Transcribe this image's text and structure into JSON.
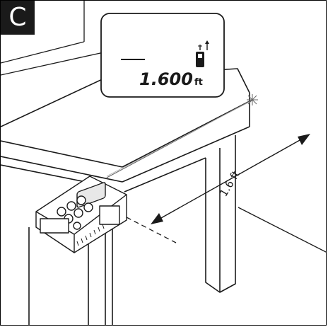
{
  "figure": {
    "panel_label": "C",
    "display": {
      "reading": "1.600",
      "unit": "ft"
    },
    "dimension_label": "1.6 ft",
    "colors": {
      "line": "#1a1a1a",
      "panel_bg": "#1a1a1a",
      "panel_text": "#ffffff",
      "background": "#ffffff"
    },
    "icons": [
      "reference-icon",
      "laser-device",
      "table"
    ]
  }
}
